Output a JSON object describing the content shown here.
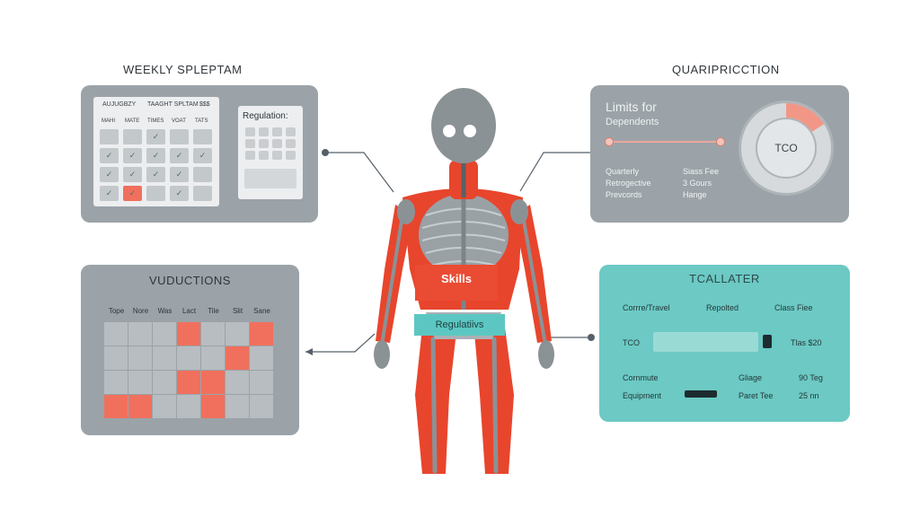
{
  "weekly": {
    "heading": "WEEKLY SPLEPTAM",
    "col_headers": [
      "AUJUGBZY",
      "TAAGHT SPLTAM",
      "$$$"
    ],
    "day_headers": [
      "MAHI",
      "MATE",
      "TIMES",
      "VOAT",
      "TATS"
    ],
    "side_label": "Regulation:"
  },
  "quarter": {
    "heading": "QUARIPRICCTION",
    "title_line1": "Limits for",
    "title_line2": "Dependents",
    "left_lines": [
      "Quarterly",
      "Retrogective",
      "Prevcords"
    ],
    "right_lines": [
      "Siass Fee",
      "3 Gours",
      "Hange"
    ],
    "donut_label": "TCO",
    "donut_fraction": 0.16
  },
  "body": {
    "skills_label": "Skills",
    "regulations_label": "Regulatiivs"
  },
  "deductions": {
    "heading": "VUDUCTIONS",
    "col_headers": [
      "Tope",
      "Nore",
      "Was",
      "Lact",
      "Tile",
      "Slit",
      "Sane"
    ]
  },
  "calc": {
    "heading": "TCALLATER",
    "row1": [
      "Corrre/Travel",
      "Repolted",
      "Class Fiee"
    ],
    "tco_label": "TCO",
    "tco_value": "Tlas $20",
    "row3_left": "Cornmute",
    "row3_mid": "Gliage",
    "row3_right": "90 Teg",
    "row4_left": "Equipment",
    "row4_mid": "Paret Tee",
    "row4_right": "25 nn"
  },
  "colors": {
    "panel_gray": "#9ba3a8",
    "panel_teal": "#6cc9c4",
    "accent_red": "#f0705d",
    "skeleton": "#8b9296",
    "muscle": "#e8452d"
  }
}
